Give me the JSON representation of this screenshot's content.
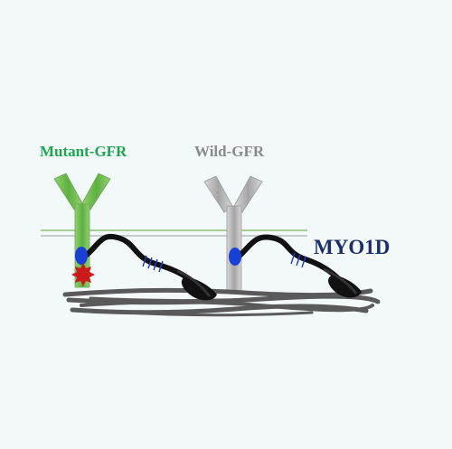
{
  "labels": {
    "mutant": "Mutant-GFR",
    "wild": "Wild-GFR",
    "myosin": "MYO1D"
  },
  "colors": {
    "background": "#f3f8f8",
    "mutant_green": "#1ea552",
    "receptor_green": "#6fbf4f",
    "wild_gray": "#8a8a8a",
    "receptor_gray": "#b4b4b4",
    "motor_black": "#111111",
    "myosin_navy": "#1d2f6b",
    "binding_blue": "#1a3fd6",
    "mutation_red": "#cc1a1a",
    "actin_gray": "#5a5a5a"
  },
  "icons": {
    "mutation": "red-star-icon",
    "binding_site": "blue-oval-icon"
  }
}
